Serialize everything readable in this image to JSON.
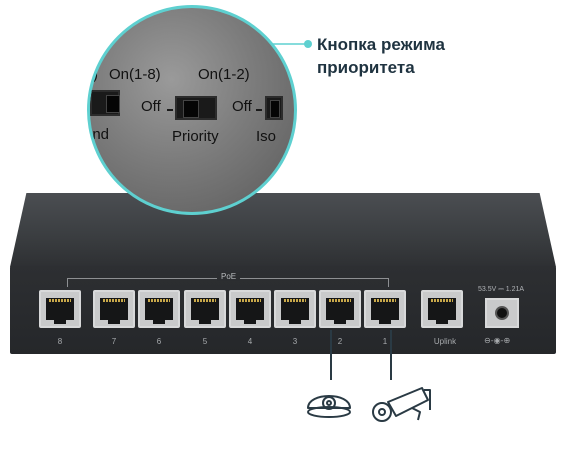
{
  "callout": {
    "line1": "Кнопка режима",
    "line2": "приоритета"
  },
  "zoom": {
    "left_top_label": "On(1-8)",
    "left_top_prefix": ")",
    "center_top_label": "On(1-2)",
    "off_left": "Off",
    "off_right": "Off",
    "priority_label": "Priority",
    "left_bottom_label": "end",
    "right_bottom_label": "Iso"
  },
  "device": {
    "poe_label": "PoE",
    "port_numbers": [
      "8",
      "7",
      "6",
      "5",
      "4",
      "3",
      "2",
      "1"
    ],
    "uplink_label": "Uplink",
    "power_spec": "53.5V ⎓ 1.21A",
    "polarity": "⊖-◉-⊕"
  },
  "colors": {
    "accent": "#5ed0d0",
    "callout_text": "#1f3340",
    "switch_body": "#2b2d30"
  }
}
